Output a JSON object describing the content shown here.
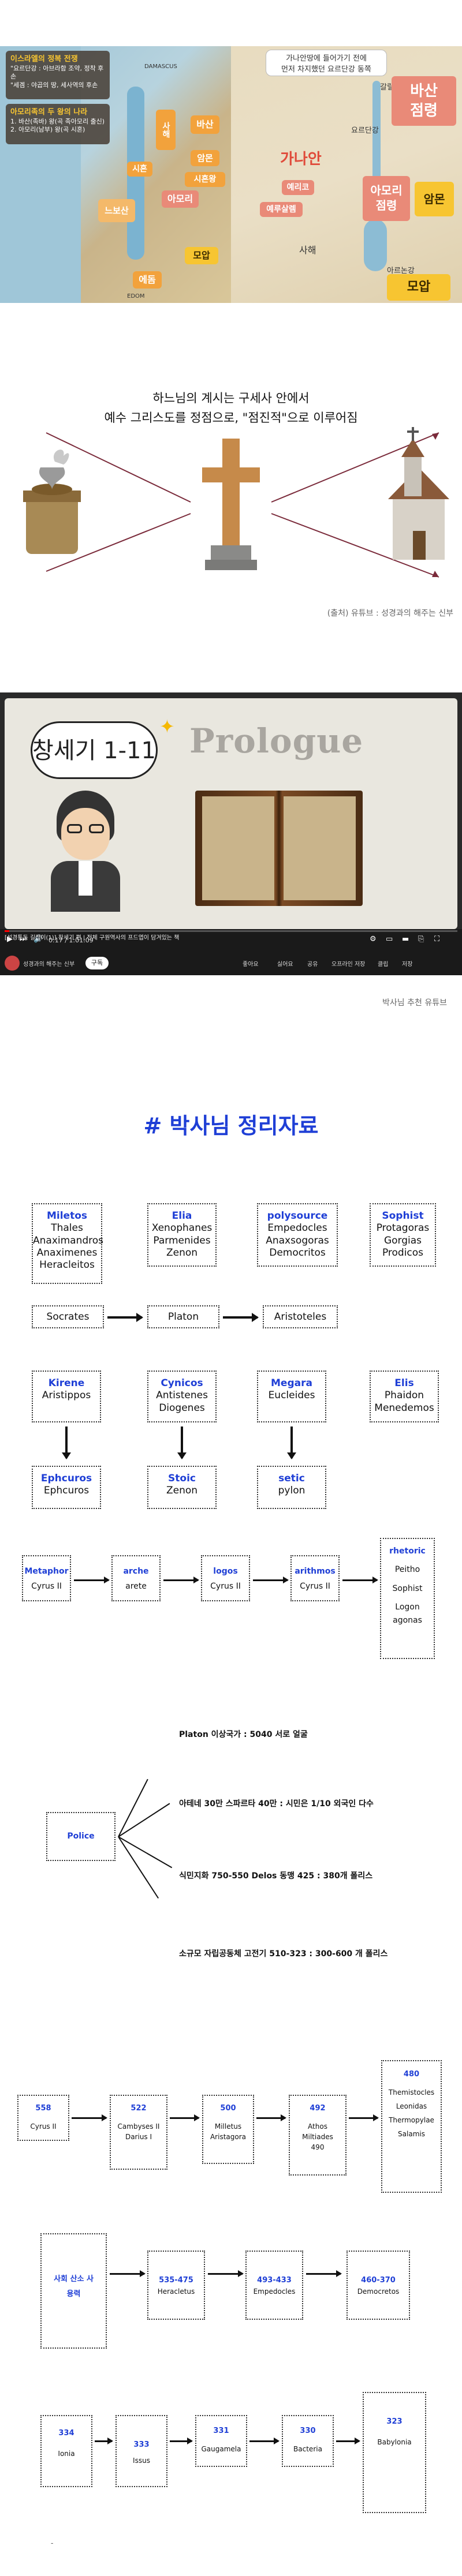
{
  "map": {
    "left": {
      "title": "이스라엘의 정복 전쟁",
      "lines": [
        "\"요르단강 : 아브라함 조약, 정착 후손",
        "\"세겜 : 야곱의 땅, 세사역의 후손"
      ],
      "amorite_kings_title": "아모리족의 두 왕의 나라",
      "amorite_kings_lines": [
        "1. 바산(족바) 왕(곡 족아모리 출신)",
        "2. 아모리(남부) 왕(곡 시혼)"
      ],
      "places": [
        "사해",
        "바산",
        "암몬",
        "시혼",
        "시혼왕",
        "느보산",
        "아모리",
        "모압",
        "에돔"
      ],
      "small_places": [
        "DAMASCUS",
        "EDOM"
      ]
    },
    "right": {
      "note": "가나안땅에 들어가기 전에\n먼저 차지했던 요르단강 동쪽",
      "places": [
        "갈릴레아",
        "요르단강",
        "가나안",
        "예리코",
        "예루살렘",
        "사해",
        "아르논강"
      ],
      "tags": [
        "바산\n점령",
        "아모리\n점령",
        "암몬",
        "모압"
      ]
    }
  },
  "diagram": {
    "headline_line1": "하느님의 계시는 구세사 안에서",
    "headline_line2": "예수 그리스도를 정점으로, \"점진적\"으로 이루어짐",
    "source": "(출처) 유튜브 : 성경과의 해주는 신부"
  },
  "video": {
    "bubble": "창세기 1-11",
    "prologue": "Prologue",
    "title": "[성경통독 길잡이(1)] 창세기 편 | 전체 구원역사의 프드엽이 담겨있는 책",
    "channel": "성경과의 해주는 신부",
    "subscribe": "구독",
    "time": "0:17 / 1:01:09",
    "caption": "박사님 추천 유튜브",
    "actions": [
      "좋아요",
      "싫어요",
      "공유",
      "오프라인 저장",
      "클립",
      "저장"
    ]
  },
  "section_heading": "# 박사님 정리자료",
  "philosophers": {
    "milesian": {
      "title": "Miletos",
      "names": [
        "Thales",
        "Anaximandros",
        "Anaximenes",
        "Heracleitos"
      ]
    },
    "elea": {
      "title": "Elia",
      "names": [
        "Xenophanes",
        "Parmenides",
        "Zenon"
      ]
    },
    "polysource": {
      "title": "polysource",
      "names": [
        "Empedocles",
        "Anaxsogoras",
        "Democritos"
      ]
    },
    "sophist": {
      "title": "Sophist",
      "names": [
        "Protagoras",
        "Gorgias",
        "Prodicos"
      ]
    },
    "socrates": "Socrates",
    "platon": "Platon",
    "aristoteles": "Aristoteles",
    "kirene": {
      "title": "Kirene",
      "names": [
        "Aristippos"
      ]
    },
    "cynicos": {
      "title": "Cynicos",
      "names": [
        "Antistenes",
        "Diogenes"
      ]
    },
    "megara": {
      "title": "Megara",
      "names": [
        "Eucleides"
      ]
    },
    "elis": {
      "title": "Elis",
      "names": [
        "Phaidon",
        "Menedemos"
      ]
    },
    "ephcuros": {
      "title": "Ephcuros",
      "names": [
        "Ephcuros"
      ]
    },
    "stoic": {
      "title": "Stoic",
      "names": [
        "Zenon"
      ]
    },
    "setic": {
      "title": "setic",
      "names": [
        "pylon"
      ]
    }
  },
  "concepts": [
    {
      "title": "Metaphor",
      "names": [
        "Cyrus II"
      ]
    },
    {
      "title": "arche",
      "names": [
        "arete"
      ]
    },
    {
      "title": "logos",
      "names": [
        "Cyrus II"
      ]
    },
    {
      "title": "arithmos",
      "names": [
        "Cyrus II"
      ]
    },
    {
      "title": "rhetoric",
      "names": [
        "Peitho",
        "Sophist",
        "Logon agonas"
      ]
    }
  ],
  "police": {
    "label": "Police",
    "facts": [
      "Platon 이상국가 : 5040 서로 얼굴",
      "아테네 30만  스파르타 40만 : 시민은 1/10 외국인 다수",
      "식민지화 750-550  Delos 동맹 425 : 380개 폴리스",
      "소규모 자립공동체 고전기 510-323 : 300-600 개 폴리스"
    ]
  },
  "timeline1": [
    {
      "year": "558",
      "names": [
        "Cyrus II"
      ]
    },
    {
      "year": "522",
      "names": [
        "Cambyses II",
        "Darius I"
      ]
    },
    {
      "year": "500",
      "names": [
        "Milletus",
        "Aristagora"
      ]
    },
    {
      "year": "492",
      "names": [
        "Athos",
        "Miltiades",
        "490"
      ]
    },
    {
      "year": "480",
      "names": [
        "Themistocles",
        "Leonidas",
        "Thermopylae",
        "Salamis"
      ]
    }
  ],
  "timeline2": [
    {
      "year": "사회 산소 사용력",
      "names": []
    },
    {
      "year": "535-475",
      "names": [
        "Heracletus"
      ]
    },
    {
      "year": "493-433",
      "names": [
        "Empedocles"
      ]
    },
    {
      "year": "460-370",
      "names": [
        "Democretos"
      ]
    }
  ],
  "timeline3": [
    {
      "year": "334",
      "names": [
        "Ionia"
      ]
    },
    {
      "year": "333",
      "names": [
        "Issus"
      ]
    },
    {
      "year": "331",
      "names": [
        "Gaugamela"
      ]
    },
    {
      "year": "330",
      "names": [
        "Bacteria"
      ]
    },
    {
      "year": "323",
      "names": [
        "Babylonia"
      ]
    }
  ],
  "footer_mark": "-"
}
